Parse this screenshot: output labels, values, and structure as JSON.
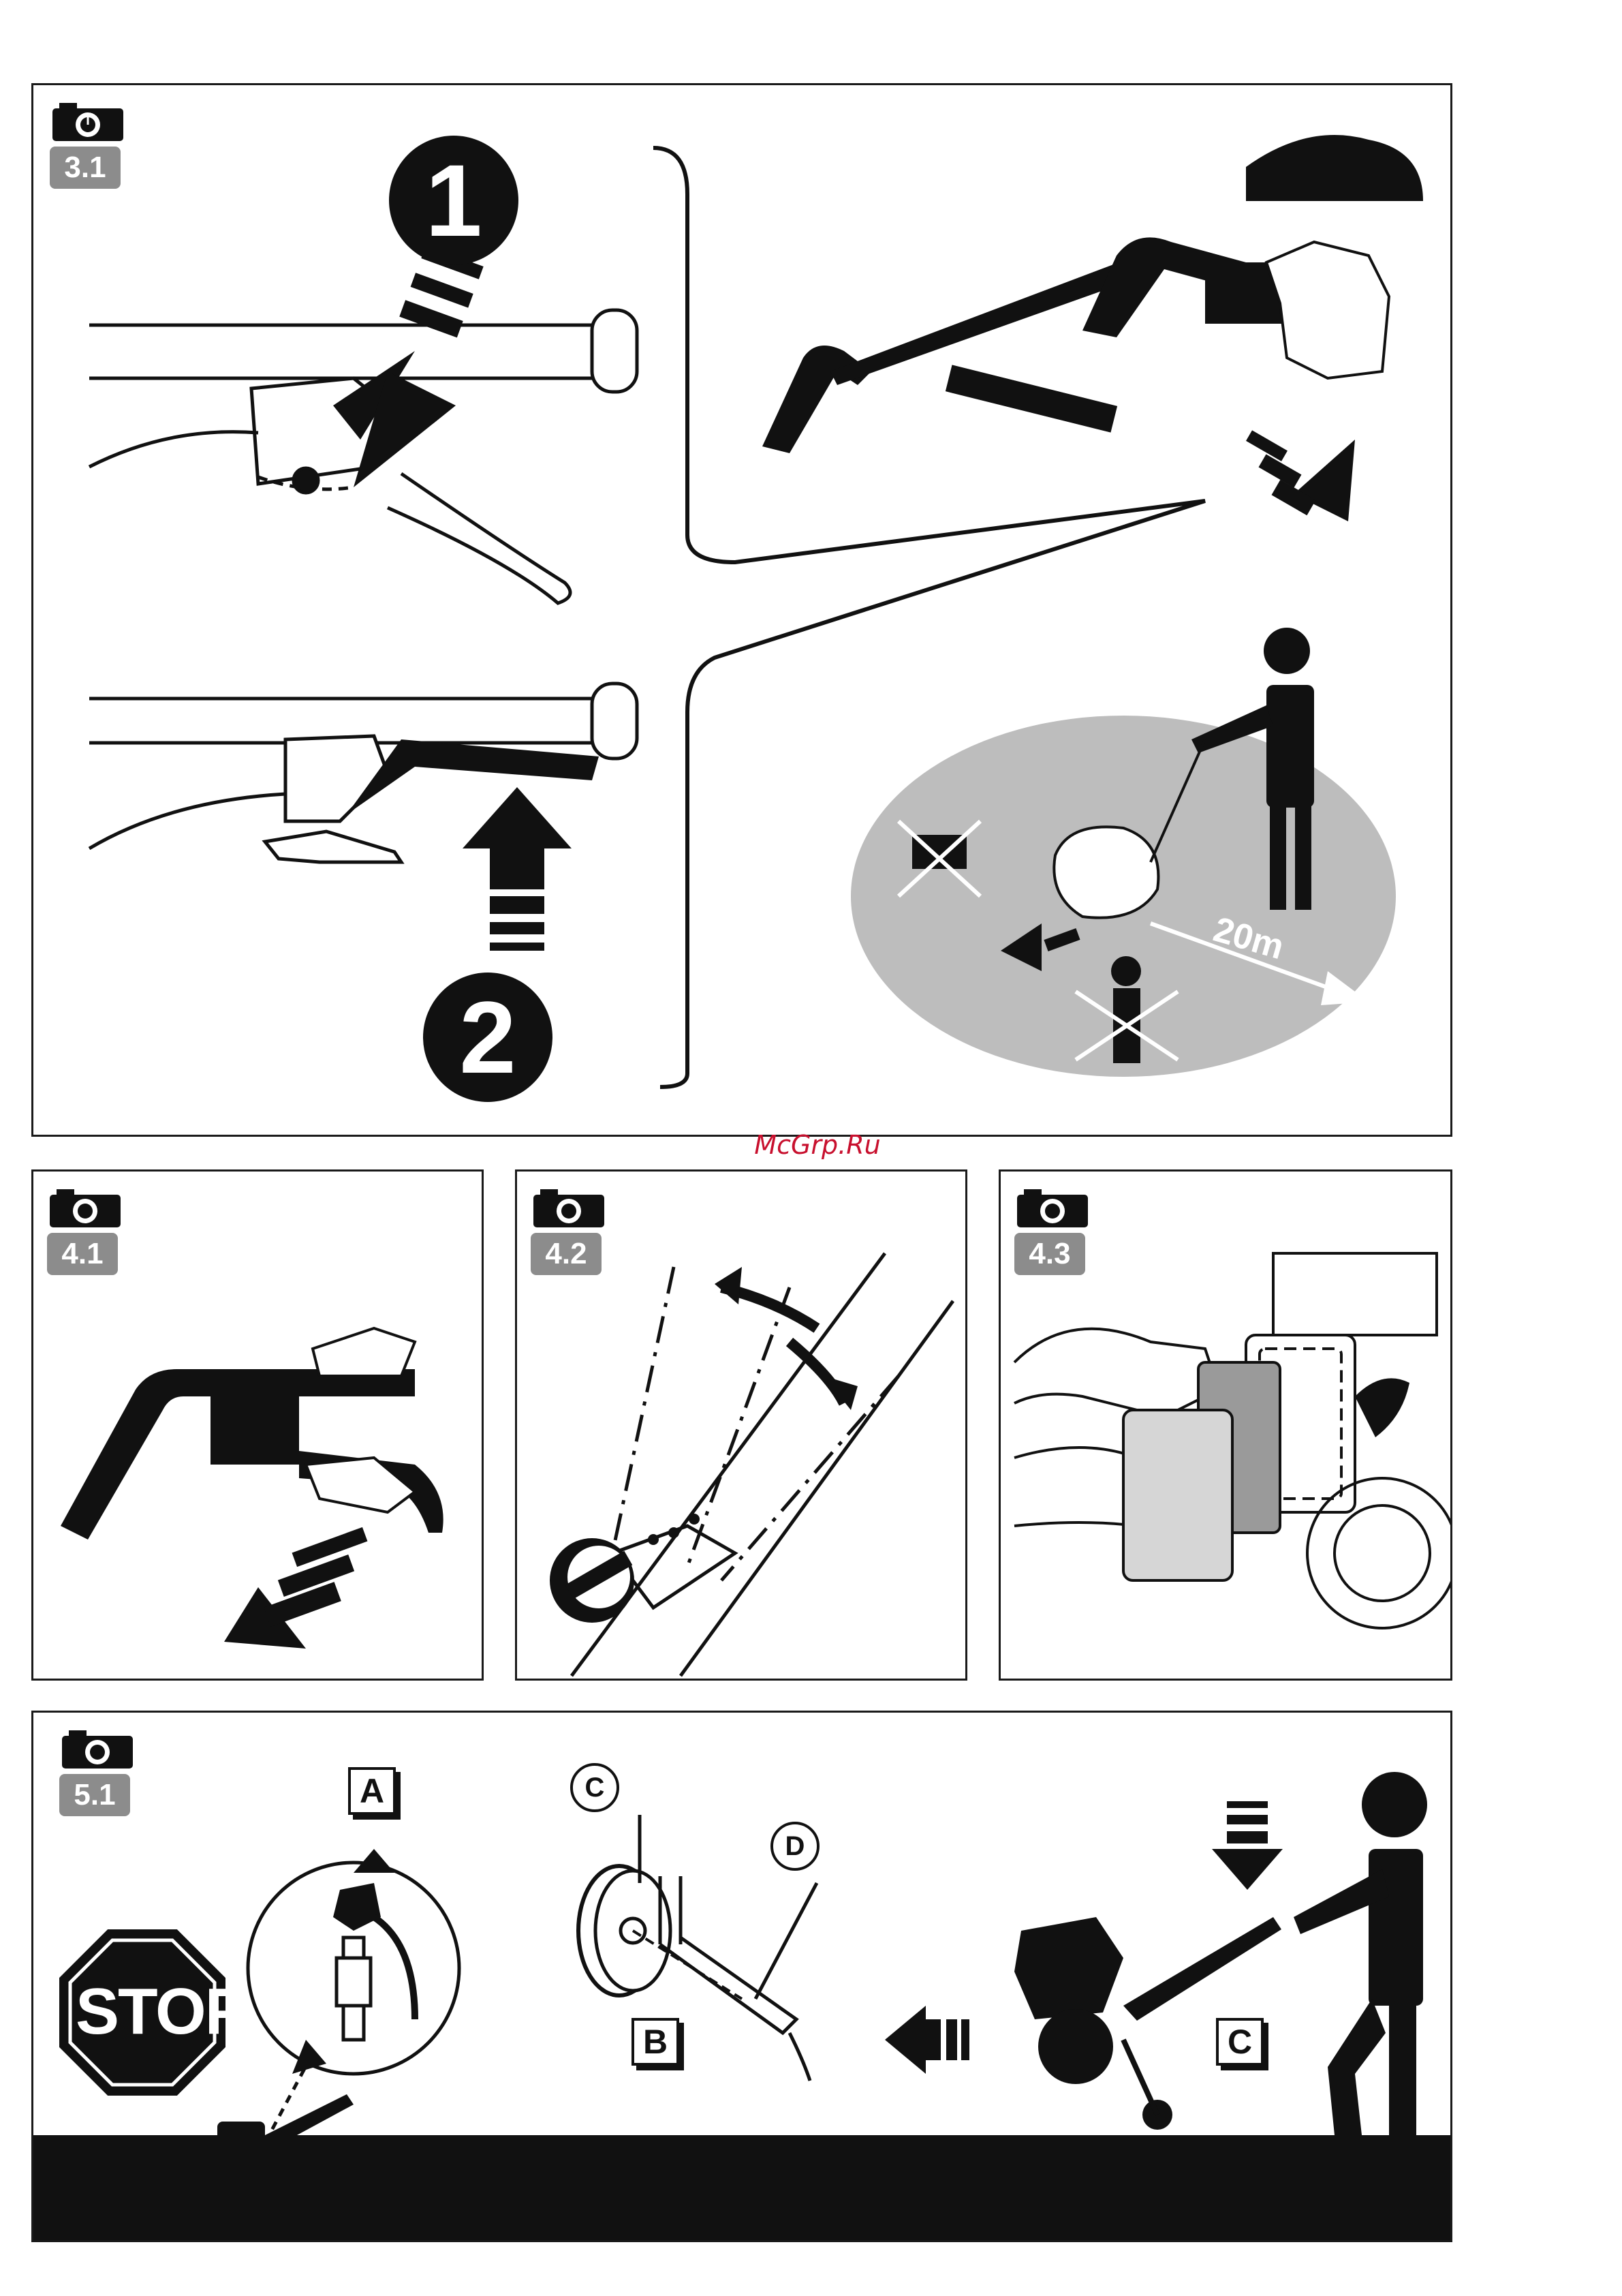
{
  "watermark": "McGrp.Ru",
  "panels": {
    "p31": {
      "badge": "3.1",
      "step1": "1",
      "step2": "2",
      "distance": "20m"
    },
    "p41": {
      "badge": "4.1"
    },
    "p42": {
      "badge": "4.2"
    },
    "p43": {
      "badge": "4.3"
    },
    "p51": {
      "badge": "5.1",
      "label_a": "A",
      "label_b": "B",
      "label_c": "C",
      "label_c_small": "C",
      "label_d": "D",
      "stop": "STOP"
    }
  },
  "icons": {
    "camera": "camera-icon",
    "stop_sign": "stop-sign-icon",
    "arrow": "arrow-icon"
  },
  "colors": {
    "ink": "#111111",
    "badge_gray": "#8c8c8c",
    "zone_gray": "#bdbdbd",
    "watermark_red": "#c8102e"
  }
}
